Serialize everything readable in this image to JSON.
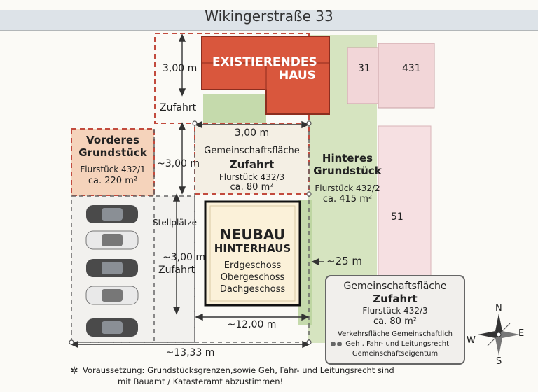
{
  "street": {
    "name": "Wikingerstraße 33"
  },
  "existing_house": {
    "line1": "EXISTIERENDES",
    "line2": "HAUS"
  },
  "front_access": {
    "dim": "3,00 m",
    "label": "Zufahrt"
  },
  "front_plot": {
    "title_1": "Vorderes",
    "title_2": "Grundstück",
    "parcel": "Flurstück 432/1",
    "area": "ca. 220 m²"
  },
  "shared_area": {
    "width_dim": "3,00 m",
    "title": "Gemeinschaftsfläche",
    "subtitle": "Zufahrt",
    "parcel": "Flurstück 432/3",
    "area": "ca. 80 m²",
    "height_dim": "~3,00 m"
  },
  "rear_plot": {
    "title_1": "Hinteres",
    "title_2": "Grundstück",
    "parcel": "Flurstück 432/2",
    "area": "ca. 415 m²"
  },
  "neighbors": {
    "n31": "31",
    "n431": "431",
    "n51": "51"
  },
  "parking": {
    "label": "Stellplätze",
    "dim": "~3,00 m",
    "access": "Zufahrt"
  },
  "new_building": {
    "title_1": "NEUBAU",
    "title_2": "HINTERHAUS",
    "floors": [
      "Erdgeschoss",
      "Obergeschoss",
      "Dachgeschoss"
    ]
  },
  "dimensions": {
    "building_width": "~12,00 m",
    "total_width": "~13,33 m",
    "side": "~25 m"
  },
  "callout": {
    "title": "Gemeinschaftsfläche",
    "subtitle": "Zufahrt",
    "parcel": "Flurstück 432/3",
    "area": "ca. 80 m²",
    "note_1": "Verkehrsfläche Gemeinschaftlich",
    "note_2": "Geh , Fahr- und Leitungsrecht",
    "note_3": "Gemeinschaftseigentum"
  },
  "compass": {
    "n": "N",
    "e": "E",
    "s": "S",
    "w": "W"
  },
  "footnote": {
    "symbol": "✲",
    "line1": "Voraussetzung: Grundstücksgrenzen,sowie Geh, Fahr- und Leitungsrecht sind",
    "line2": "mit  Bauamt  /  Katasteramt abzustimmen!"
  }
}
